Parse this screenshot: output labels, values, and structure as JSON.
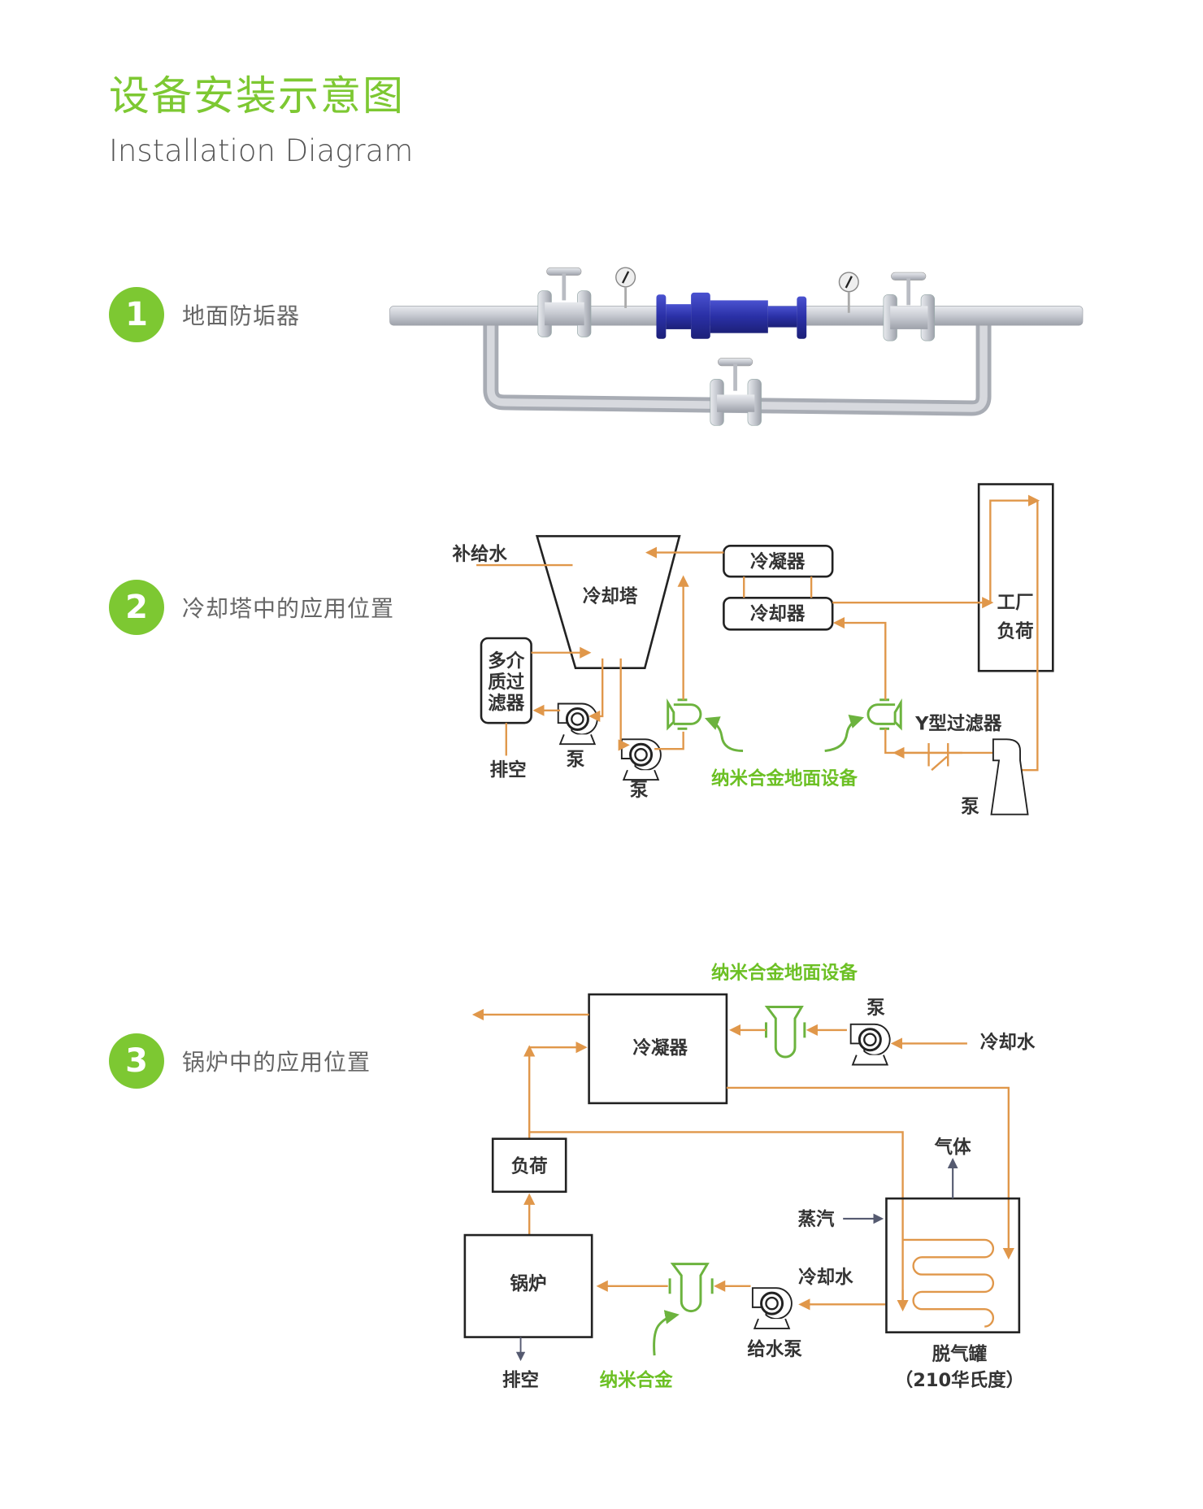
{
  "header": {
    "title": "设备安装示意图",
    "subtitle": "Installation Diagram"
  },
  "colors": {
    "accent": "#7dc832",
    "flow_line": "#e0974a",
    "device_green": "#6cb33e",
    "unit_blue": "#2d33a8"
  },
  "sections": [
    {
      "number": "1",
      "label": "地面防垢器"
    },
    {
      "number": "2",
      "label": "冷却塔中的应用位置"
    },
    {
      "number": "3",
      "label": "锅炉中的应用位置"
    }
  ],
  "diagram2": {
    "makeup_water": "补给水",
    "cooling_tower": "冷却塔",
    "condenser": "冷凝器",
    "cooler": "冷却器",
    "plant_load_line1": "工厂",
    "plant_load_line2": "负荷",
    "multimedia_filter": [
      "多介",
      "质过",
      "滤器"
    ],
    "drain": "排空",
    "pump": "泵",
    "y_strainer": "Y型过滤器",
    "nano_device": "纳米合金地面设备"
  },
  "diagram3": {
    "nano_device": "纳米合金地面设备",
    "pump": "泵",
    "condenser": "冷凝器",
    "cooling_water_top": "冷却水",
    "load": "负荷",
    "gas": "气体",
    "steam": "蒸汽",
    "boiler": "锅炉",
    "cooling_water_mid": "冷却水",
    "feed_pump": "给水泵",
    "deaerator": "脱气罐",
    "deaerator_temp": "（210华氏度）",
    "drain": "排空",
    "nano_alloy": "纳米合金"
  }
}
